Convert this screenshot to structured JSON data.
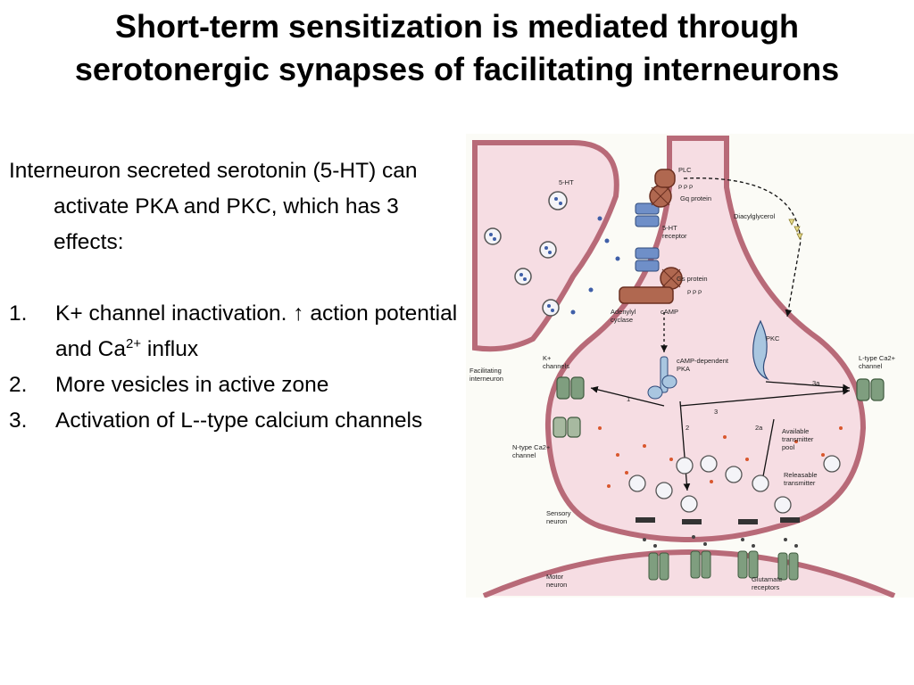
{
  "slide": {
    "title_line1": "Short-term sensitization is mediated through",
    "title_line2": "serotonergic synapses of facilitating interneurons",
    "intro": "Interneuron secreted serotonin (5-HT) can activate PKA and PKC, which has 3 effects:",
    "effects": [
      {
        "num": "1.",
        "pre": "K+ channel inactivation. ",
        "arrow": "↑",
        "post": " action potential and Ca",
        "sup": "2+",
        "post2": " influx"
      },
      {
        "num": "2.",
        "text": "More vesicles in active zone"
      },
      {
        "num": "3.",
        "text": "Activation of L--type calcium channels"
      }
    ]
  },
  "figure": {
    "labels": {
      "five_ht": "5-HT",
      "plc": "PLC",
      "gq_protein": "Gq protein",
      "five_ht_receptor_1": "5-HT",
      "five_ht_receptor_2": "receptor",
      "gs_protein": "Gs protein",
      "adenylyl_1": "Adenylyl",
      "adenylyl_2": "cyclase",
      "camp": "cAMP",
      "camp_pka_1": "cAMP-dependent",
      "camp_pka_2": "PKA",
      "diacylglycerol": "Diacylglycerol",
      "pkc": "PKC",
      "k_channels_1": "K+",
      "k_channels_2": "channels",
      "facilitating_1": "Facilitating",
      "facilitating_2": "interneuron",
      "l_type_1": "L-type Ca2+",
      "l_type_2": "channel",
      "n_type_1": "N-type Ca2+",
      "n_type_2": "channel",
      "available_1": "Available",
      "available_2": "transmitter",
      "available_3": "pool",
      "releasable_1": "Releasable",
      "releasable_2": "transmitter",
      "sensory_1": "Sensory",
      "sensory_2": "neuron",
      "motor_1": "Motor",
      "motor_2": "neuron",
      "glutamate_1": "Glutamate",
      "glutamate_2": "receptors",
      "path_1": "1",
      "path_2": "2",
      "path_2a": "2a",
      "path_3": "3",
      "path_3a": "3a",
      "ppp_1": "P P P",
      "ppp_2": "P P P"
    },
    "colors": {
      "membrane": "#b86a78",
      "cytoplasm": "#f6dde3",
      "channel_green": "#7f9e7f",
      "receptor_blue": "#6f8fc8",
      "enzyme_brown": "#b06850",
      "calcium_dot": "#d9572d",
      "pkc_blue": "#a9c6e0"
    }
  }
}
